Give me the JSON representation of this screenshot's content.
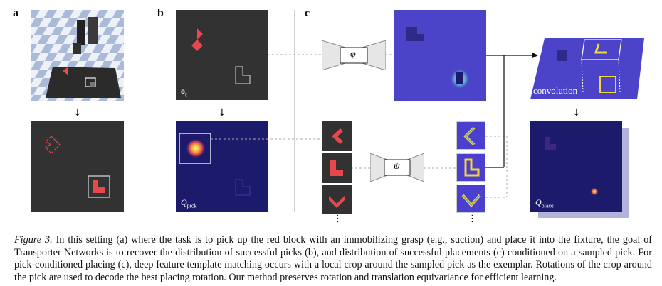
{
  "panels": {
    "a": {
      "letter": "a"
    },
    "b": {
      "letter": "b",
      "obs_label": "o",
      "obs_sub": "t",
      "qpick_label": "Q",
      "qpick_sub": "pick"
    },
    "c": {
      "letter": "c",
      "phi": "φ",
      "psi": "ψ",
      "convolution": "convolution",
      "qplace_label": "Q",
      "qplace_sub": "place",
      "ellipsis": "⋮"
    }
  },
  "arrow_down": "↓",
  "caption": {
    "figure_label": "Figure 3.",
    "text": "In this setting (a) where the task is to pick up the red block with an immobilizing grasp (e.g., suction) and place it into the fixture, the goal of Transporter Networks is to recover the distribution of successful picks (b), and distribution of successful placements (c) conditioned on a sampled pick. For pick-conditioned placing (c), deep feature template matching occurs with a local crop around the sampled pick as the exemplar. Rotations of the crop around the pick are used to decode the best placing rotation. Our method preserves rotation and translation equivariance for efficient learning."
  },
  "colors": {
    "dark_panel": "#323232",
    "navy": "#1b1a6b",
    "red_block": "#e8474c",
    "feature_blue": "#4a3fcf",
    "heat_yellow": "#f2d63a"
  }
}
